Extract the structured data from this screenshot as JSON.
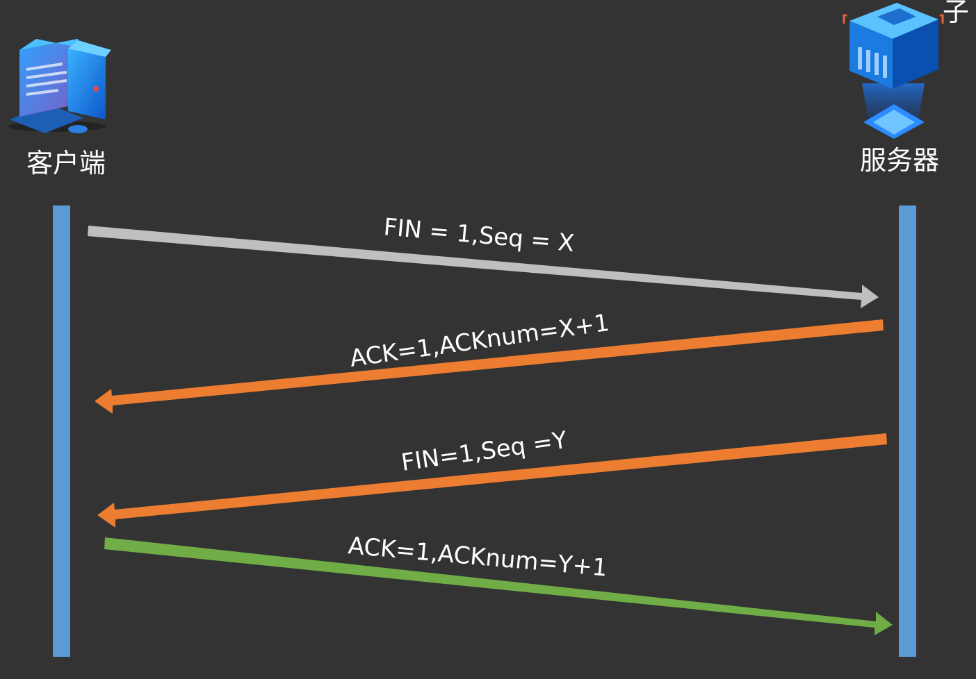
{
  "client": {
    "label": "客户端",
    "icon": "desktop-computer-icon"
  },
  "server": {
    "label": "服务器",
    "icon": "server-icon"
  },
  "corner_fragment": "子",
  "colors": {
    "background": "#333333",
    "lifeline": "#5b9bd5",
    "fin_client": "#bfbfbf",
    "ack_server": "#ed7d31",
    "fin_server": "#ed7d31",
    "ack_client": "#70ad47"
  },
  "messages": [
    {
      "id": "fin-client",
      "label": "FIN = 1,Seq = X",
      "from": "client",
      "to": "server",
      "color": "#bfbfbf"
    },
    {
      "id": "ack-server",
      "label": "ACK=1,ACKnum=X+1",
      "from": "server",
      "to": "client",
      "color": "#ed7d31"
    },
    {
      "id": "fin-server",
      "label": "FIN=1,Seq =Y",
      "from": "server",
      "to": "client",
      "color": "#ed7d31"
    },
    {
      "id": "ack-client",
      "label": "ACK=1,ACKnum=Y+1",
      "from": "client",
      "to": "server",
      "color": "#70ad47"
    }
  ]
}
